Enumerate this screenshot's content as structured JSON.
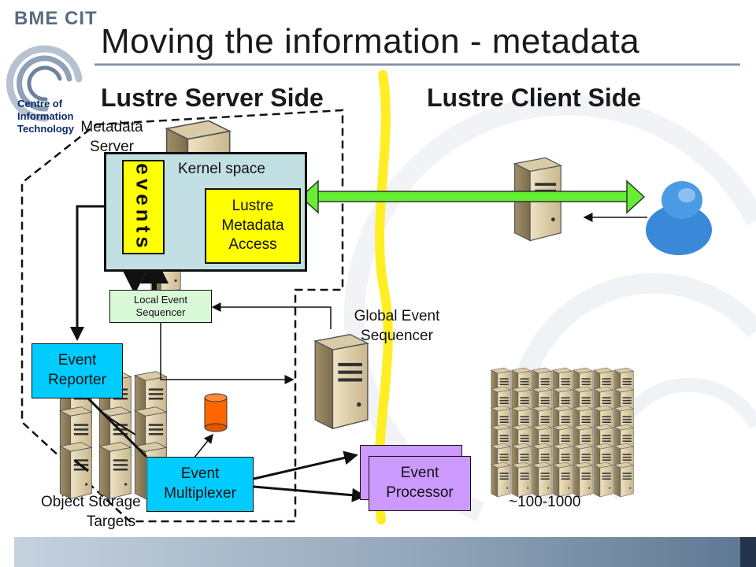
{
  "logo": {
    "name": "BME CIT",
    "lines": [
      "Centre of",
      "Information",
      "Technology"
    ]
  },
  "title": "Moving the information - metadata",
  "sections": {
    "server_side": "Lustre Server Side",
    "client_side": "Lustre Client Side"
  },
  "labels": {
    "metadata_server": [
      "Metadata",
      "Server"
    ],
    "kernel_space": "Kernel space",
    "events": "events",
    "lustre_metadata_access": [
      "Lustre",
      "Metadata",
      "Access"
    ],
    "local_event_sequencer": [
      "Local Event",
      "Sequencer"
    ],
    "global_event_sequencer": [
      "Global Event",
      "Sequencer"
    ],
    "event_reporter": [
      "Event",
      "Reporter"
    ],
    "event_multiplexer": [
      "Event",
      "Multiplexer"
    ],
    "event_processor": [
      "Event",
      "Processor"
    ],
    "object_storage_targets": [
      "Object Storage",
      "Targets"
    ],
    "client_count": "~100-1000"
  },
  "colors": {
    "kernel_bg": "#c2e0e4",
    "yellow": "#ffff00",
    "light_green": "#d8f8d8",
    "cyan": "#00ccff",
    "violet": "#cc99ff",
    "green_arrow": "#66ee33",
    "divider": "#ffee22",
    "db_orange": "#ff6600"
  },
  "icons": [
    "server-icon",
    "user-icon",
    "database-icon",
    "dashed-boundary"
  ]
}
